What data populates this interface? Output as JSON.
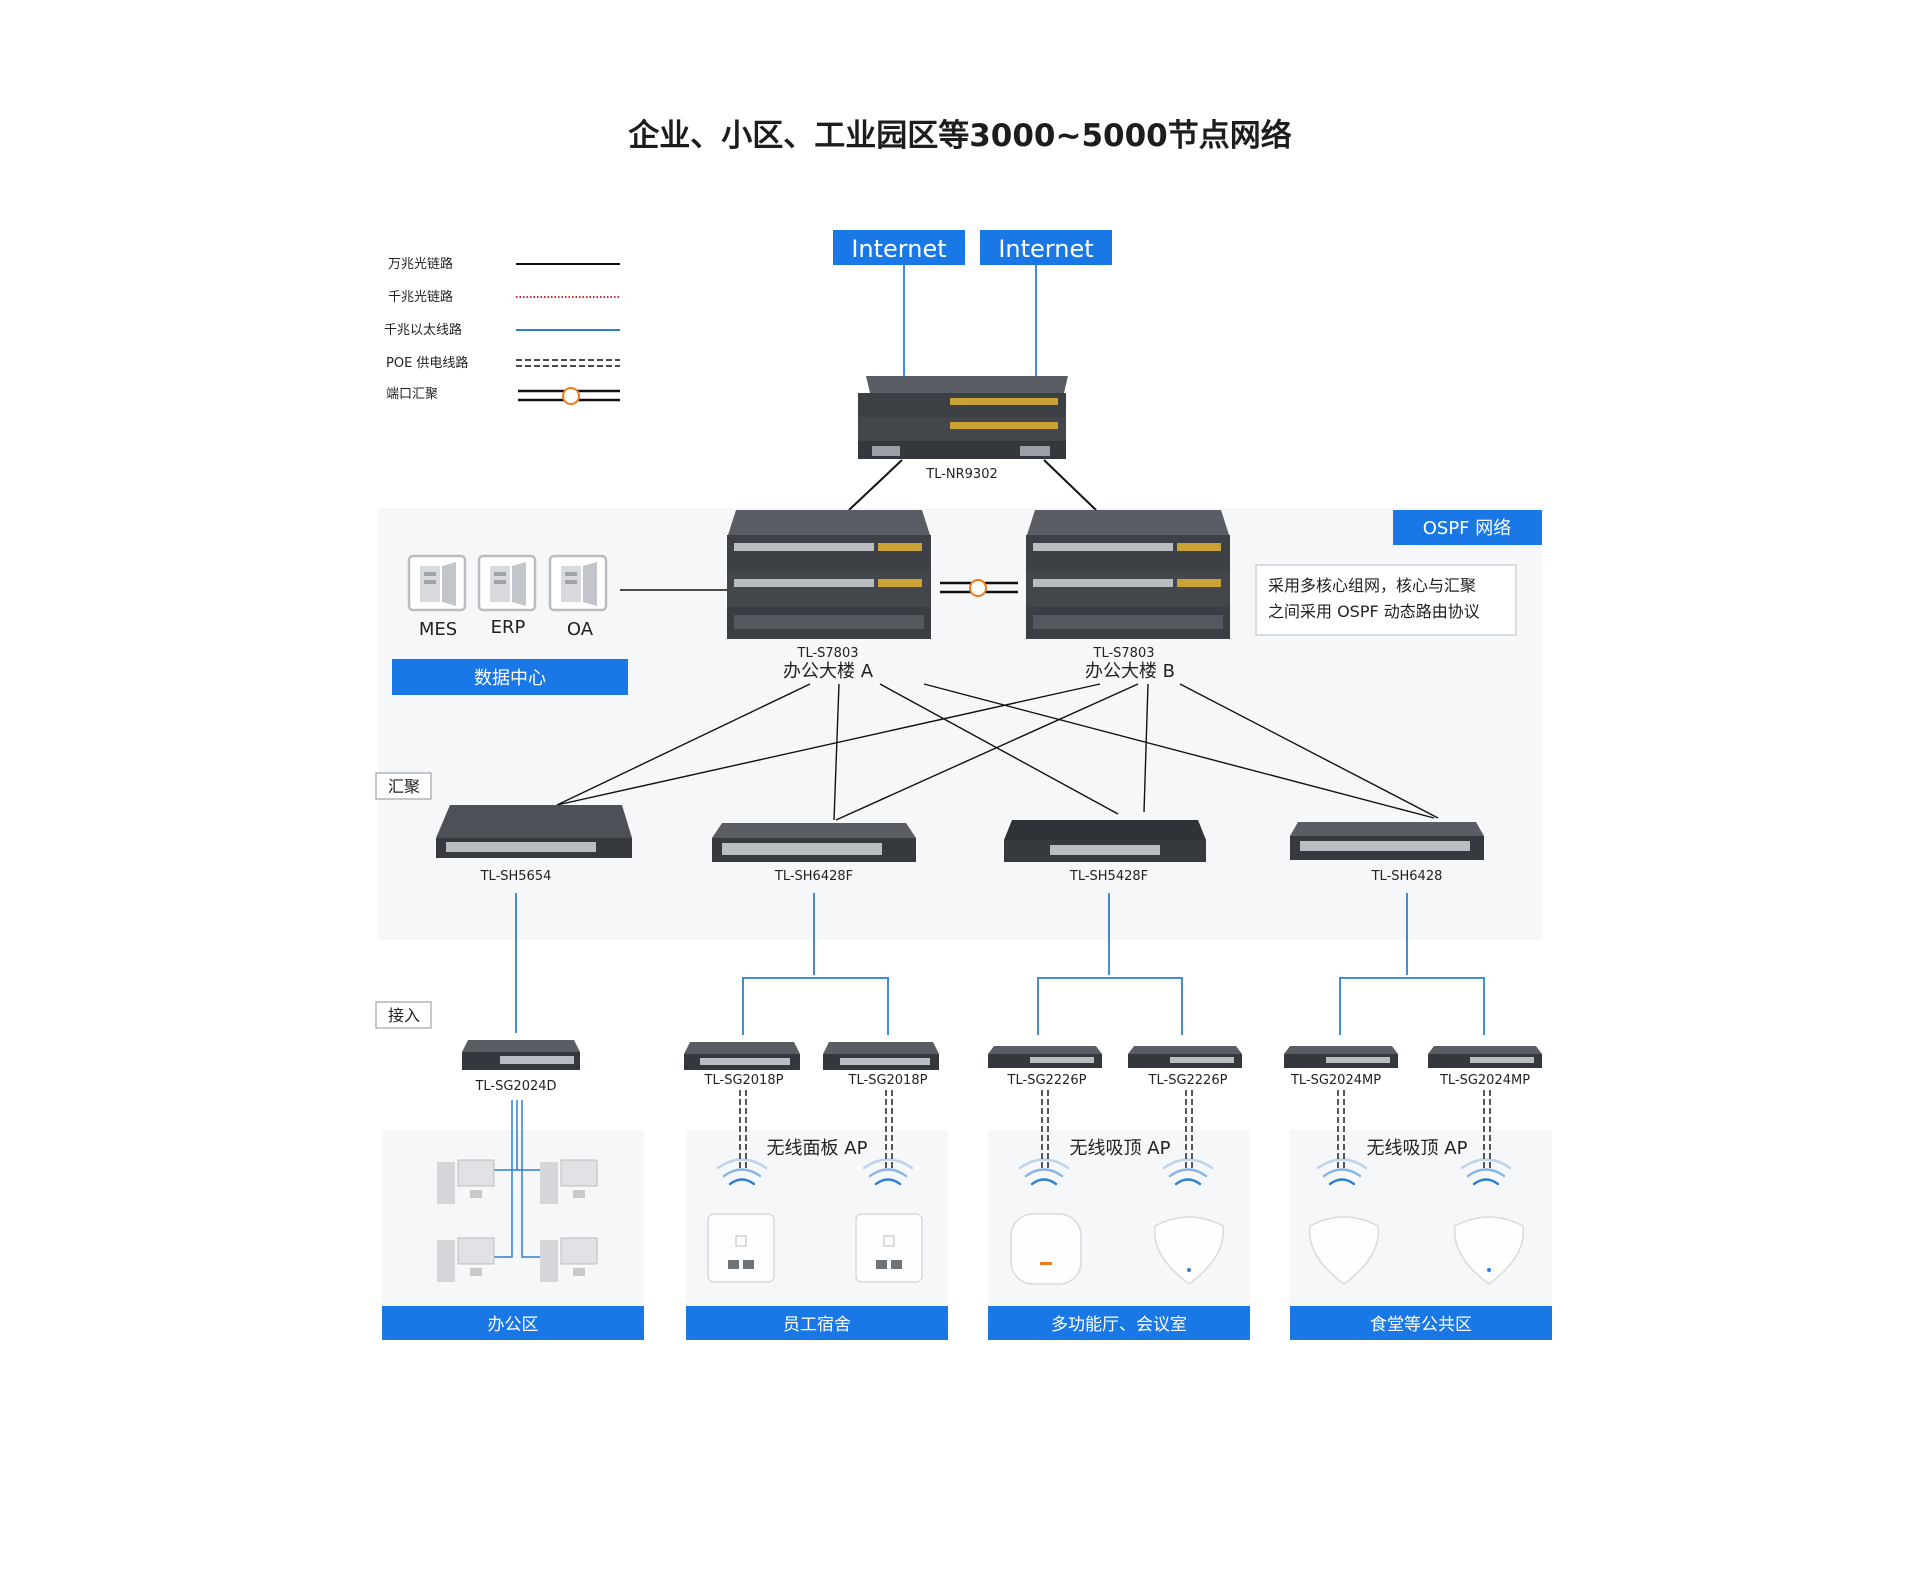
{
  "title": "企业、小区、工业园区等3000~5000节点网络",
  "legend": [
    {
      "label": "万兆光链路",
      "style": "solid-black"
    },
    {
      "label": "千兆光链路",
      "style": "dotted-red"
    },
    {
      "label": "千兆以太线路",
      "style": "solid-blue"
    },
    {
      "label": "POE 供电线路",
      "style": "double-dashed"
    },
    {
      "label": "端口汇聚",
      "style": "aggregation"
    }
  ],
  "internet": [
    "Internet",
    "Internet"
  ],
  "router": "TL-NR9302",
  "ospf": {
    "badge": "OSPF 网络",
    "note_lines": [
      "采用多核心组网，核心与汇聚",
      "之间采用 OSPF 动态路由协议"
    ]
  },
  "datacenter": {
    "servers": [
      "MES",
      "ERP",
      "OA"
    ],
    "label": "数据中心"
  },
  "cores": [
    {
      "model": "TL-S7803",
      "name": "办公大楼 A"
    },
    {
      "model": "TL-S7803",
      "name": "办公大楼 B"
    }
  ],
  "tiers": {
    "aggregation": "汇聚",
    "access": "接入"
  },
  "aggregation_switches": [
    "TL-SH5654",
    "TL-SH6428F",
    "TL-SH5428F",
    "TL-SH6428"
  ],
  "access_switches": [
    "TL-SG2024D",
    "TL-SG2018P",
    "TL-SG2018P",
    "TL-SG2226P",
    "TL-SG2226P",
    "TL-SG2024MP",
    "TL-SG2024MP"
  ],
  "ap_labels": [
    "无线面板 AP",
    "无线吸顶 AP",
    "无线吸顶 AP"
  ],
  "zones": [
    "办公区",
    "员工宿舍",
    "多功能厅、会议室",
    "食堂等公共区"
  ],
  "colors": {
    "accent": "#1a78e6",
    "link_blue": "#2d7fd6",
    "agg_orange": "#f07a1a",
    "panel_bg": "#f6f7f8"
  }
}
